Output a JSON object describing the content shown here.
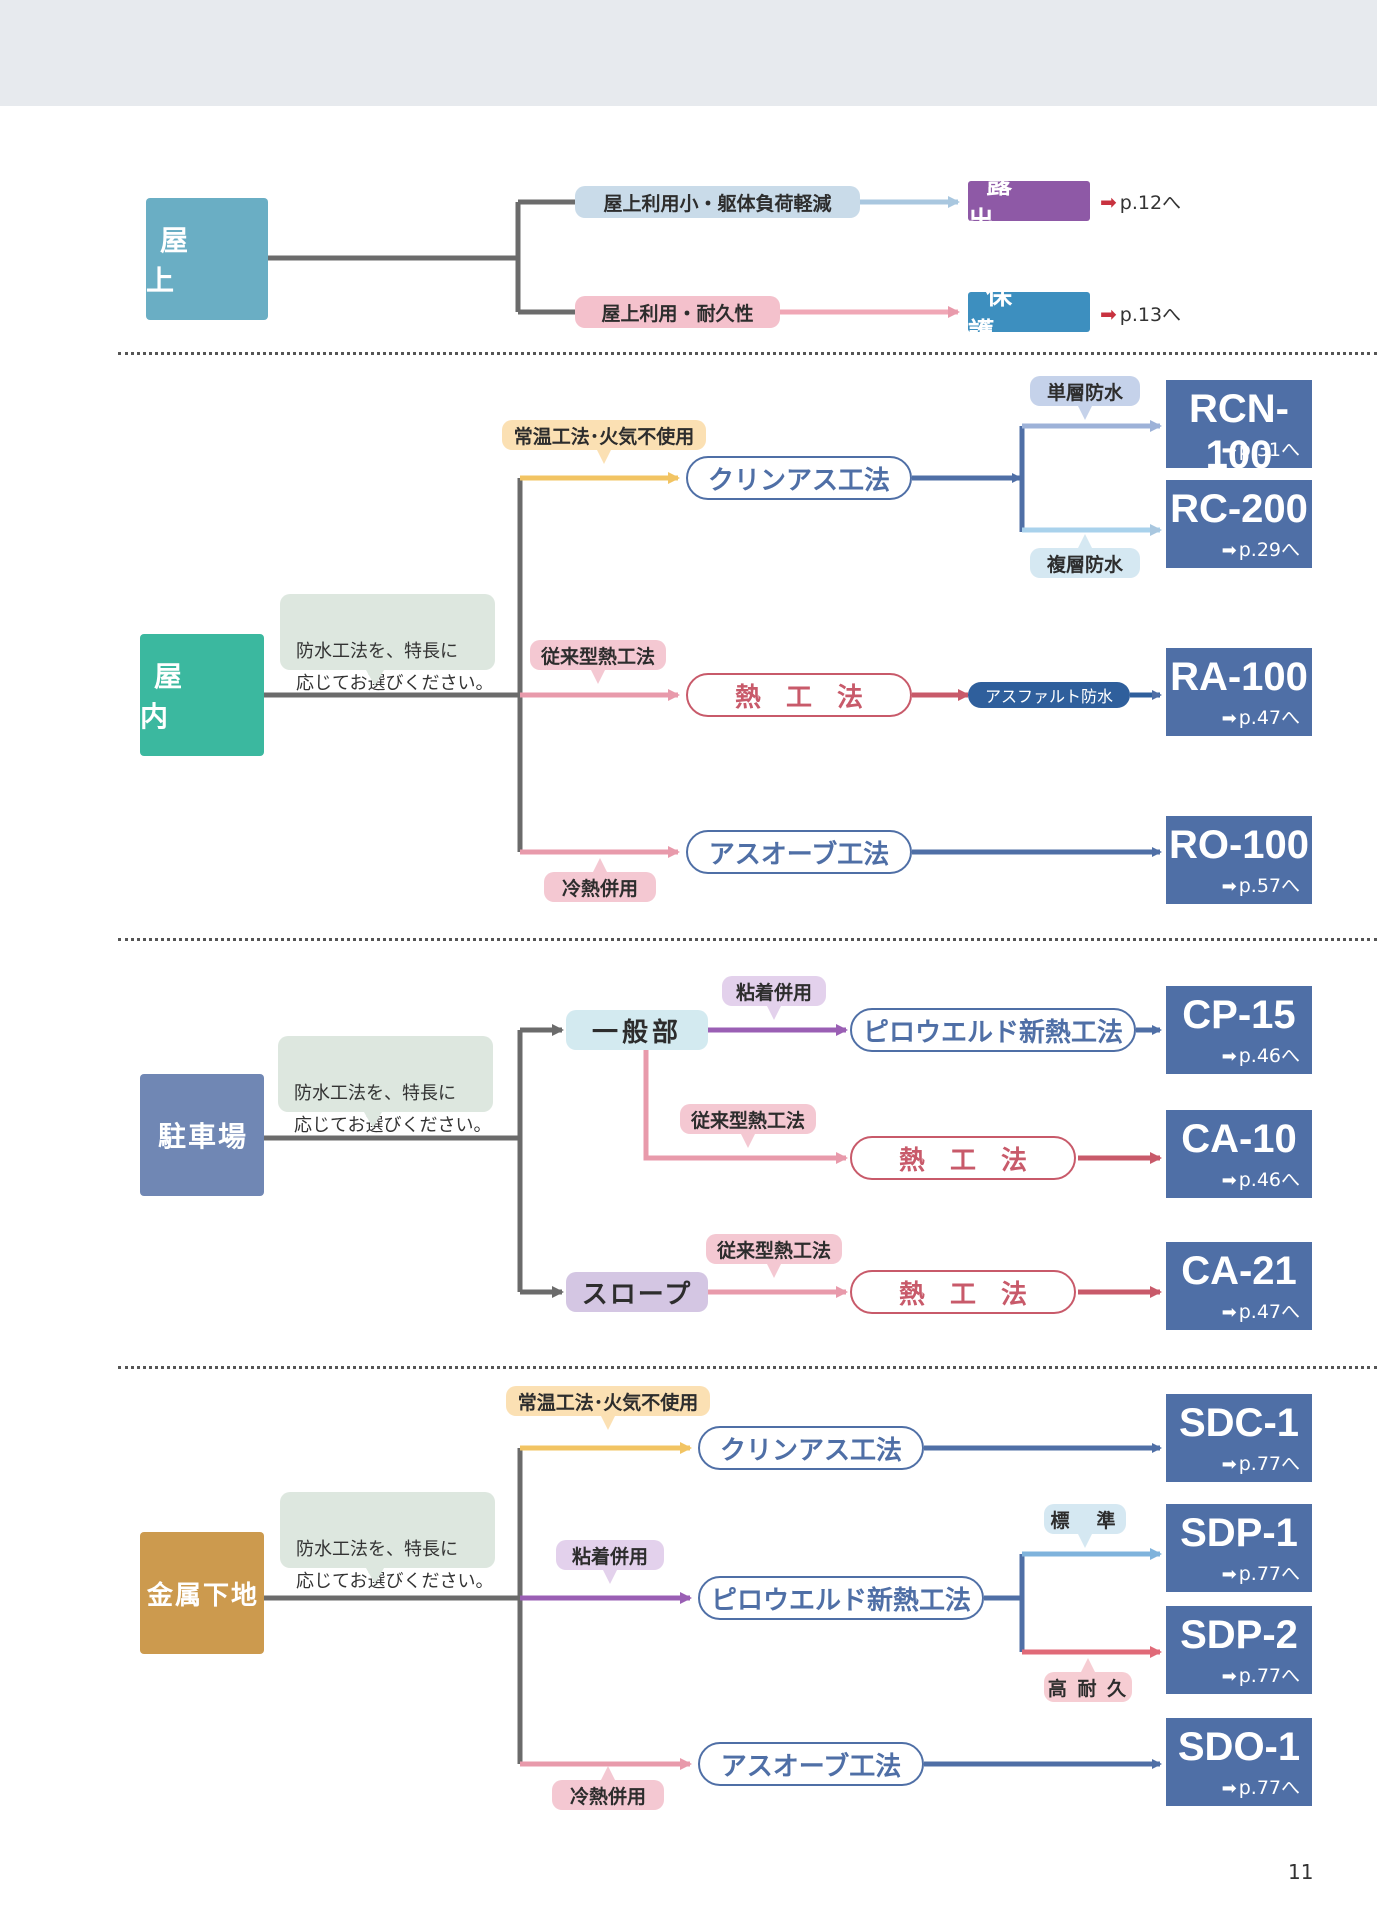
{
  "sections": {
    "rooftop": {
      "category": "屋　上",
      "color": "#6aaec4",
      "branches": [
        {
          "tag": "屋上利用小・躯体負荷軽減",
          "finish": "露　出",
          "finish_color": "#8e59a6",
          "page": "p.12へ"
        },
        {
          "tag": "屋上利用・耐久性",
          "finish": "保　護",
          "finish_color": "#3d8fbf",
          "page": "p.13へ"
        }
      ]
    },
    "indoor": {
      "category": "屋　内",
      "color": "#3bb89f",
      "bubble": "防水工法を、特長に\n応じてお選びください。",
      "tags": {
        "t1": "常温工法･火気不使用",
        "t2": "従来型熱工法",
        "t3": "冷熱併用",
        "single": "単層防水",
        "double": "複層防水",
        "asphalt": "アスファルト防水"
      },
      "methods": {
        "m1": "クリンアス工法",
        "m2": "熱 工 法",
        "m3": "アスオーブ工法"
      },
      "products": [
        {
          "code": "RCN-100",
          "page": "p.31へ"
        },
        {
          "code": "RC-200",
          "page": "p.29へ"
        },
        {
          "code": "RA-100",
          "page": "p.47へ"
        },
        {
          "code": "RO-100",
          "page": "p.57へ"
        }
      ]
    },
    "parking": {
      "category": "駐車場",
      "color": "#7087b4",
      "bubble": "防水工法を、特長に\n応じてお選びください。",
      "areas": {
        "general": "一般部",
        "slope": "スロープ"
      },
      "tags": {
        "adhesive": "粘着併用",
        "thermal1": "従来型熱工法",
        "thermal2": "従来型熱工法"
      },
      "methods": {
        "m1": "ピロウエルド新熱工法",
        "m2": "熱 工 法",
        "m3": "熱 工 法"
      },
      "products": [
        {
          "code": "CP-15",
          "page": "p.46へ"
        },
        {
          "code": "CA-10",
          "page": "p.46へ"
        },
        {
          "code": "CA-21",
          "page": "p.47へ"
        }
      ]
    },
    "metal": {
      "category": "金属下地",
      "color": "#cc9a4e",
      "bubble": "防水工法を、特長に\n応じてお選びください。",
      "tags": {
        "t1": "常温工法･火気不使用",
        "t2": "粘着併用",
        "t3": "冷熱併用",
        "standard": "標　準",
        "durable": "高 耐 久"
      },
      "methods": {
        "m1": "クリンアス工法",
        "m2": "ピロウエルド新熱工法",
        "m3": "アスオーブ工法"
      },
      "products": [
        {
          "code": "SDC-1",
          "page": "p.77へ"
        },
        {
          "code": "SDP-1",
          "page": "p.77へ"
        },
        {
          "code": "SDP-2",
          "page": "p.77へ"
        },
        {
          "code": "SDO-1",
          "page": "p.77へ"
        }
      ]
    }
  },
  "page_number": "11"
}
